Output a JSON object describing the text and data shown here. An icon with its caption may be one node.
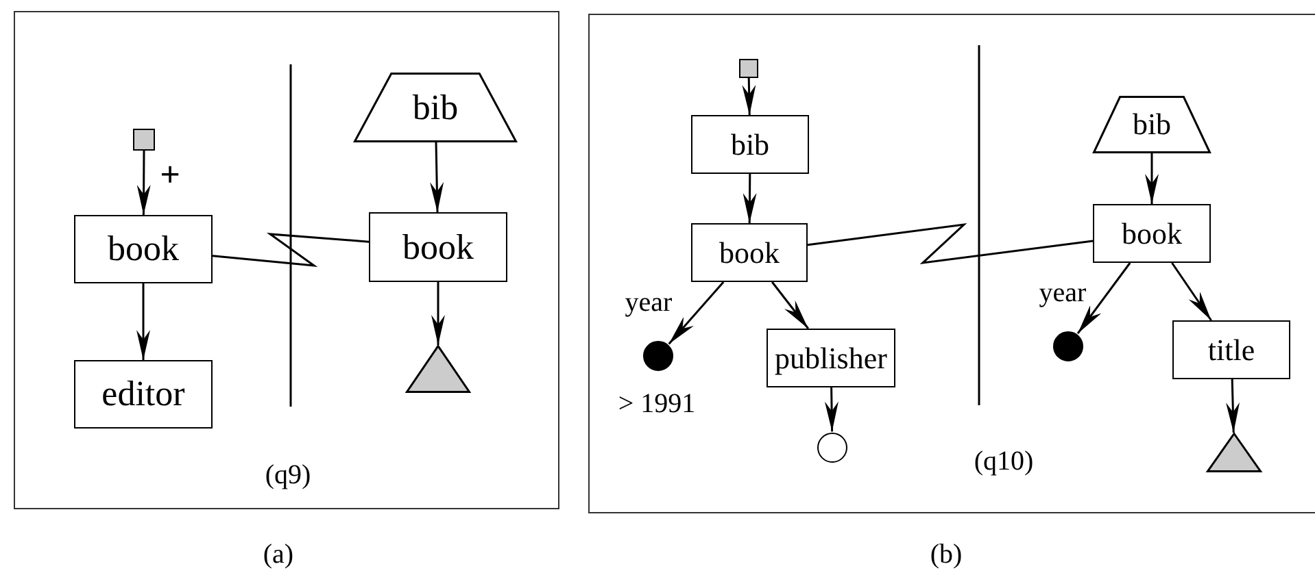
{
  "diagram": {
    "nodes": [
      {
        "text": [
          "(q9)"
        ],
        "beside": [
          "(a)"
        ]
      },
      {
        "text": [],
        "shape": "box",
        "in": 0
      },
      {
        "text": [
          "book"
        ],
        "in": 0
      },
      {
        "text": [
          "editor"
        ],
        "in": 0
      },
      {
        "text": [
          "bib"
        ],
        "in": 0
      },
      {
        "text": [
          "book"
        ],
        "in": 0
      },
      {
        "text": [],
        "shape": "triangle",
        "in": 0
      },
      {
        "text": [
          "(q10)"
        ],
        "beside": [
          "(b)"
        ]
      },
      {
        "text": [],
        "shape": "box",
        "in": 7
      },
      {
        "text": [
          "bib"
        ],
        "in": 7
      },
      {
        "text": [
          "book"
        ],
        "in": 7
      },
      {
        "text": [],
        "shape": "circle",
        "beside": [
          "> 1991"
        ],
        "in": 7
      },
      {
        "text": [
          "publisher"
        ],
        "in": 7
      },
      {
        "text": [],
        "shape": "circle",
        "in": 7
      },
      {
        "text": [
          "bib"
        ],
        "in": 7
      },
      {
        "text": [
          "book"
        ],
        "in": 7
      },
      {
        "text": [],
        "shape": "circle",
        "in": 7
      },
      {
        "text": [
          "title"
        ],
        "in": 7
      },
      {
        "text": [],
        "shape": "triangle",
        "in": 7
      }
    ],
    "edges": [
      {
        "from": 1,
        "to": 2,
        "arrow": "to",
        "label": "+"
      },
      {
        "from": 2,
        "to": 3,
        "arrow": "to"
      },
      {
        "from": 4,
        "to": 5,
        "arrow": "to"
      },
      {
        "from": 5,
        "to": 6,
        "arrow": "to"
      },
      {
        "from": 2,
        "to": 5,
        "arrow": "none"
      },
      {
        "from": 8,
        "to": 9,
        "arrow": "to"
      },
      {
        "from": 9,
        "to": 10,
        "arrow": "to"
      },
      {
        "from": 10,
        "to": 11,
        "arrow": "to",
        "label": "year"
      },
      {
        "from": 10,
        "to": 12,
        "arrow": "to"
      },
      {
        "from": 12,
        "to": 13,
        "arrow": "to"
      },
      {
        "from": 14,
        "to": 15,
        "arrow": "to"
      },
      {
        "from": 15,
        "to": 16,
        "arrow": "to",
        "label": "year"
      },
      {
        "from": 15,
        "to": 17,
        "arrow": "to"
      },
      {
        "from": 17,
        "to": 18,
        "arrow": "to"
      },
      {
        "from": 10,
        "to": 15,
        "arrow": "none"
      }
    ]
  }
}
